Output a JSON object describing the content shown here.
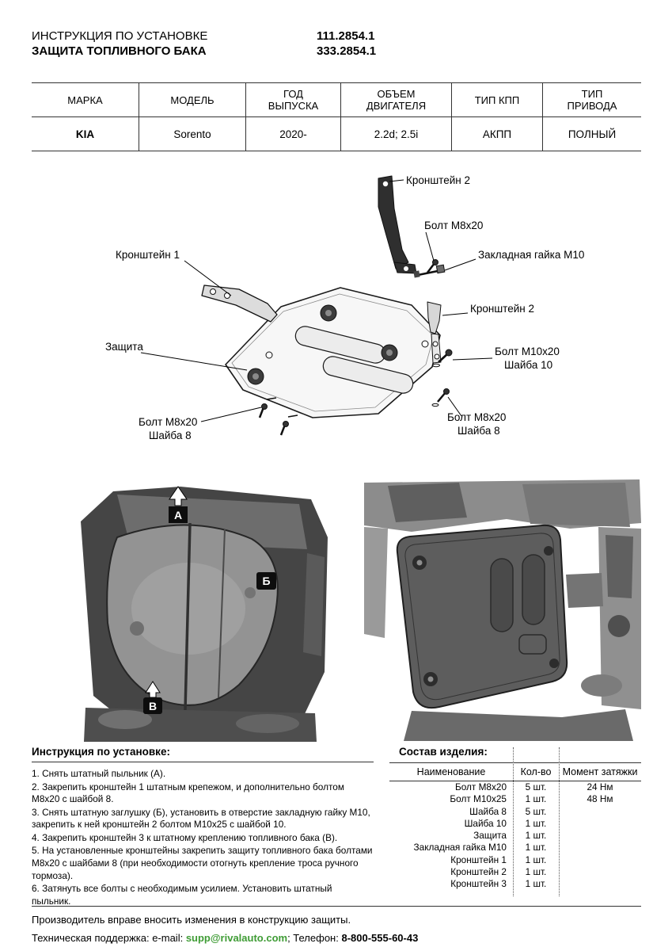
{
  "header": {
    "title_line1": "ИНСТРУКЦИЯ ПО УСТАНОВКЕ",
    "title_line2": "ЗАЩИТА ТОПЛИВНОГО БАКА",
    "part_number1": "111.2854.1",
    "part_number2": "333.2854.1"
  },
  "vehicle_table": {
    "headers": [
      "МАРКА",
      "МОДЕЛЬ",
      "ГОД\nВЫПУСКА",
      "ОБЪЕМ\nДВИГАТЕЛЯ",
      "ТИП КПП",
      "ТИП\nПРИВОДА"
    ],
    "row": [
      "KIA",
      "Sorento",
      "2020-",
      "2.2d; 2.5i",
      "АКПП",
      "ПОЛНЫЙ"
    ]
  },
  "diagram": {
    "callouts": {
      "bracket2_top": "Кронштейн 2",
      "bolt_m8_top": "Болт М8х20",
      "nut_m10": "Закладная гайка М10",
      "bracket1": "Кронштейн 1",
      "bracket2_right": "Кронштейн 2",
      "shield": "Защита",
      "bolt_m10": "Болт М10х20",
      "washer10": "Шайба 10",
      "bolt_m8_bl": "Болт М8х20",
      "washer8_bl": "Шайба 8",
      "bolt_m8_br": "Болт М8х20",
      "washer8_br": "Шайба 8"
    }
  },
  "photos": {
    "marker_a": "А",
    "marker_b": "Б",
    "marker_v": "В"
  },
  "instructions": {
    "heading": "Инструкция по установке:",
    "steps": [
      "1. Снять штатный пыльник (А).",
      "2. Закрепить кронштейн 1 штатным крепежом, и дополнительно болтом М8х20 с шайбой 8.",
      "3. Снять штатную заглушку (Б), установить в отверстие закладную гайку М10, закрепить к ней кронштейн 2 болтом М10х25 с шайбой 10.",
      "4. Закрепить кронштейн 3 к штатному креплению топливного бака (В).",
      "5. На установленные кронштейны закрепить защиту топливного бака болтами М8х20 с шайбами 8 (при необходимости отогнуть крепление троса ручного тормоза).",
      "6. Затянуть все болты с необходимым усилием. Установить штатный пыльник."
    ]
  },
  "parts": {
    "heading": "Состав изделия:",
    "headers": [
      "Наименование",
      "Кол-во",
      "Момент затяжки"
    ],
    "rows": [
      [
        "Болт М8х20",
        "5 шт.",
        "24 Нм"
      ],
      [
        "Болт М10х25",
        "1 шт.",
        "48 Нм"
      ],
      [
        "Шайба 8",
        "5 шт.",
        ""
      ],
      [
        "Шайба 10",
        "1 шт.",
        ""
      ],
      [
        "Защита",
        "1 шт.",
        ""
      ],
      [
        "Закладная гайка М10",
        "1 шт.",
        ""
      ],
      [
        "Кронштейн 1",
        "1 шт.",
        ""
      ],
      [
        "Кронштейн 2",
        "1 шт.",
        ""
      ],
      [
        "Кронштейн 3",
        "1 шт.",
        ""
      ]
    ]
  },
  "footer": {
    "line1": "Производитель вправе вносить изменения в конструкцию защиты.",
    "support_label": "Техническая поддержка:  e-mail: ",
    "email": "supp@rivalauto.com",
    "email_color": "#3f9c35",
    "phone_label": "; Телефон: ",
    "phone": "8-800-555-60-43"
  }
}
